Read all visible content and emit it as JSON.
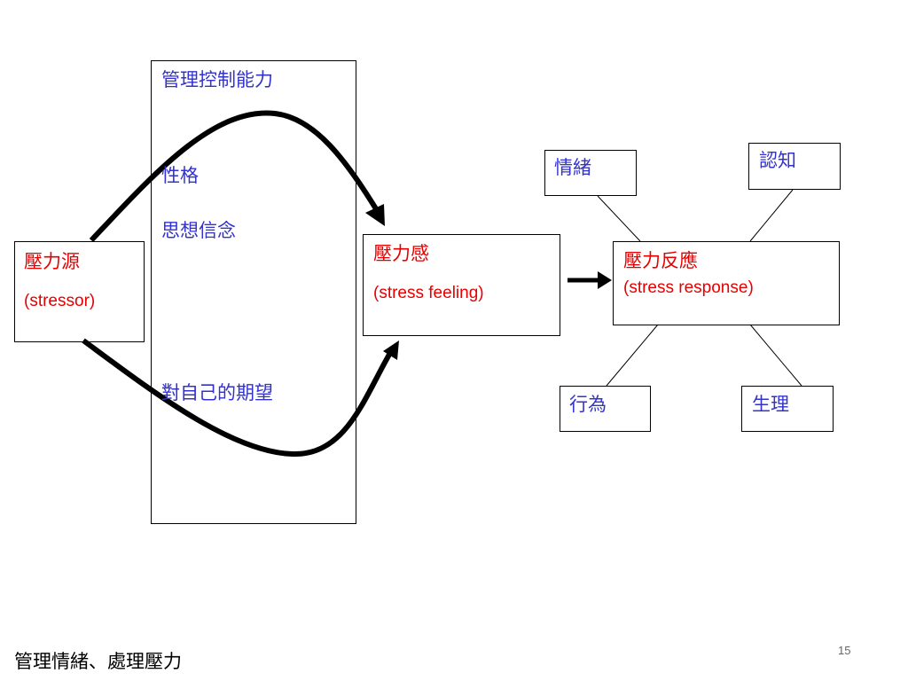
{
  "middle_panel": {
    "title": "管理控制能力",
    "item_1": "性格",
    "item_2": "思想信念",
    "item_3": "對自己的期望"
  },
  "stressor": {
    "label_zh": "壓力源",
    "label_en": "(stressor)"
  },
  "feeling": {
    "label_zh": "壓力感",
    "label_en": "(stress feeling)"
  },
  "response": {
    "label_zh": "壓力反應",
    "label_en": "(stress response)"
  },
  "response_aspects": {
    "emotion": "情緒",
    "cognition": "認知",
    "behavior": "行為",
    "physiology": "生理"
  },
  "footer": {
    "title": "管理情緒、處理壓力",
    "page_number": "15"
  },
  "colors": {
    "moderator_text": "#3333cc",
    "stress_text": "#e60000",
    "lines": "#000000"
  }
}
